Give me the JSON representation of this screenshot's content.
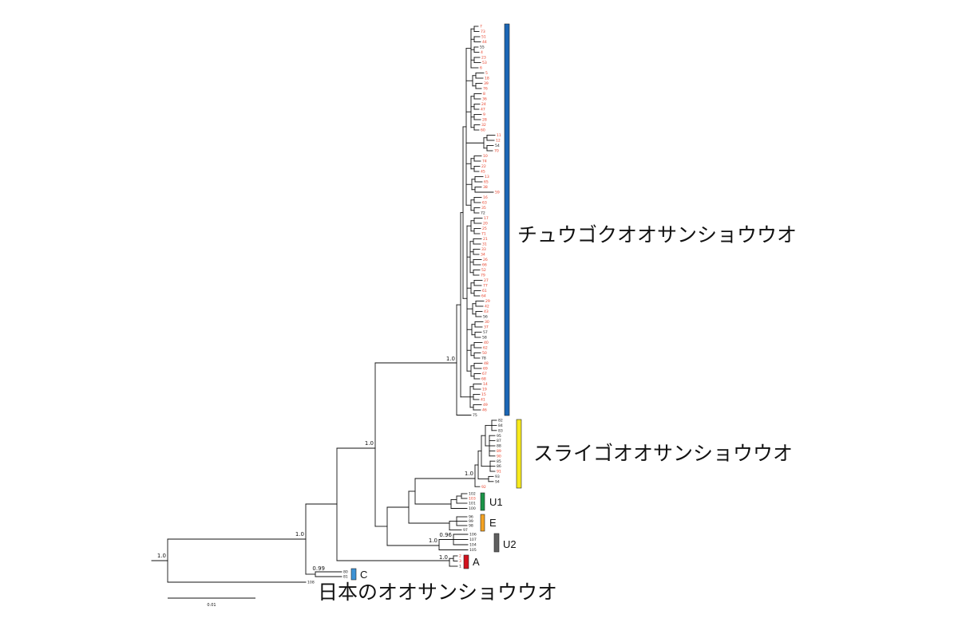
{
  "clades": {
    "chinese": {
      "name": "チュウゴクオオサンショウウオ",
      "bar_color": "#1b66b5",
      "leaves": [
        {
          "label": "7",
          "red": true
        },
        {
          "label": "73",
          "red": true
        },
        {
          "label": "51",
          "red": true
        },
        {
          "label": "44",
          "red": true
        },
        {
          "label": "55",
          "red": false
        },
        {
          "label": "4",
          "red": true
        },
        {
          "label": "23",
          "red": true
        },
        {
          "label": "53",
          "red": true
        },
        {
          "label": "6",
          "red": true
        },
        {
          "label": "5",
          "red": true
        },
        {
          "label": "18",
          "red": true
        },
        {
          "label": "39",
          "red": true
        },
        {
          "label": "76",
          "red": true
        },
        {
          "label": "8",
          "red": true
        },
        {
          "label": "36",
          "red": true
        },
        {
          "label": "24",
          "red": true
        },
        {
          "label": "47",
          "red": true
        },
        {
          "label": "9",
          "red": true
        },
        {
          "label": "28",
          "red": true
        },
        {
          "label": "32",
          "red": true
        },
        {
          "label": "60",
          "red": true
        },
        {
          "label": "11",
          "red": true
        },
        {
          "label": "12",
          "red": true
        },
        {
          "label": "54",
          "red": false
        },
        {
          "label": "70",
          "red": true
        },
        {
          "label": "10",
          "red": true
        },
        {
          "label": "74",
          "red": true
        },
        {
          "label": "22",
          "red": true
        },
        {
          "label": "45",
          "red": true
        },
        {
          "label": "13",
          "red": true
        },
        {
          "label": "65",
          "red": true
        },
        {
          "label": "38",
          "red": true
        },
        {
          "label": "59",
          "red": true
        },
        {
          "label": "16",
          "red": true
        },
        {
          "label": "63",
          "red": true
        },
        {
          "label": "35",
          "red": true
        },
        {
          "label": "72",
          "red": false
        },
        {
          "label": "17",
          "red": true
        },
        {
          "label": "20",
          "red": true
        },
        {
          "label": "25",
          "red": true
        },
        {
          "label": "71",
          "red": true
        },
        {
          "label": "21",
          "red": true
        },
        {
          "label": "31",
          "red": true
        },
        {
          "label": "33",
          "red": true
        },
        {
          "label": "34",
          "red": true
        },
        {
          "label": "26",
          "red": true
        },
        {
          "label": "66",
          "red": true
        },
        {
          "label": "52",
          "red": true
        },
        {
          "label": "79",
          "red": true
        },
        {
          "label": "27",
          "red": true
        },
        {
          "label": "77",
          "red": true
        },
        {
          "label": "61",
          "red": true
        },
        {
          "label": "64",
          "red": true
        },
        {
          "label": "29",
          "red": true
        },
        {
          "label": "42",
          "red": true
        },
        {
          "label": "43",
          "red": true
        },
        {
          "label": "56",
          "red": false
        },
        {
          "label": "30",
          "red": true
        },
        {
          "label": "37",
          "red": true
        },
        {
          "label": "57",
          "red": false
        },
        {
          "label": "58",
          "red": false
        },
        {
          "label": "40",
          "red": true
        },
        {
          "label": "62",
          "red": true
        },
        {
          "label": "50",
          "red": true
        },
        {
          "label": "78",
          "red": false
        },
        {
          "label": "48",
          "red": true
        },
        {
          "label": "69",
          "red": true
        },
        {
          "label": "67",
          "red": true
        },
        {
          "label": "68",
          "red": true
        },
        {
          "label": "14",
          "red": true
        },
        {
          "label": "19",
          "red": true
        },
        {
          "label": "15",
          "red": true
        },
        {
          "label": "41",
          "red": true
        },
        {
          "label": "49",
          "red": true
        },
        {
          "label": "46",
          "red": true
        },
        {
          "label": "75",
          "red": false
        }
      ]
    },
    "sligo": {
      "name": "スライゴオオサンショウウオ",
      "bar_color": "#f7ea1c",
      "leaves": [
        {
          "label": "82",
          "red": false
        },
        {
          "label": "84",
          "red": false
        },
        {
          "label": "83",
          "red": false
        },
        {
          "label": "95",
          "red": false
        },
        {
          "label": "87",
          "red": false
        },
        {
          "label": "88",
          "red": false
        },
        {
          "label": "89",
          "red": true
        },
        {
          "label": "90",
          "red": true
        },
        {
          "label": "85",
          "red": false
        },
        {
          "label": "86",
          "red": false
        },
        {
          "label": "91",
          "red": true
        },
        {
          "label": "93",
          "red": false
        },
        {
          "label": "94",
          "red": false
        },
        {
          "label": "92",
          "red": true
        }
      ]
    },
    "u1": {
      "name": "U1",
      "bar_color": "#1b9447",
      "leaves": [
        {
          "label": "102",
          "red": false
        },
        {
          "label": "103",
          "red": true
        },
        {
          "label": "101",
          "red": false
        },
        {
          "label": "100",
          "red": false
        }
      ]
    },
    "e": {
      "name": "E",
      "bar_color": "#f4a323",
      "leaves": [
        {
          "label": "96",
          "red": false
        },
        {
          "label": "99",
          "red": false
        },
        {
          "label": "98",
          "red": false
        },
        {
          "label": "97",
          "red": false
        }
      ]
    },
    "u2": {
      "name": "U2",
      "bar_color": "#5f5f5f",
      "leaves": [
        {
          "label": "106",
          "red": false
        },
        {
          "label": "107",
          "red": false
        },
        {
          "label": "104",
          "red": false
        },
        {
          "label": "105",
          "red": false
        }
      ]
    },
    "a": {
      "name": "A",
      "bar_color": "#d3111d",
      "leaves": [
        {
          "label": "2",
          "red": true
        },
        {
          "label": "3",
          "red": true
        },
        {
          "label": "1",
          "red": false
        }
      ]
    },
    "c": {
      "name": "C",
      "bar_color": "#3d93d6",
      "leaves": [
        {
          "label": "80",
          "red": false
        },
        {
          "label": "81",
          "red": false
        }
      ]
    },
    "japan": {
      "name": "日本のオオサンショウウオ",
      "leaves": [
        {
          "label": "108",
          "red": false
        }
      ]
    }
  },
  "supports": {
    "root": "1.0",
    "c_plus_rest": "1.0",
    "chinese_plus_others": "1.0",
    "chinese": "1.0",
    "sligo": "1.0",
    "u2": "1.0",
    "u2_subclade": "0.96",
    "a": "1.0",
    "c": "0.99"
  },
  "scale_bar": {
    "label": "0.01"
  },
  "colors": {
    "highlight_leaf": "#e8412a",
    "leaf": "#1a1a1a",
    "branch": "#111111"
  }
}
